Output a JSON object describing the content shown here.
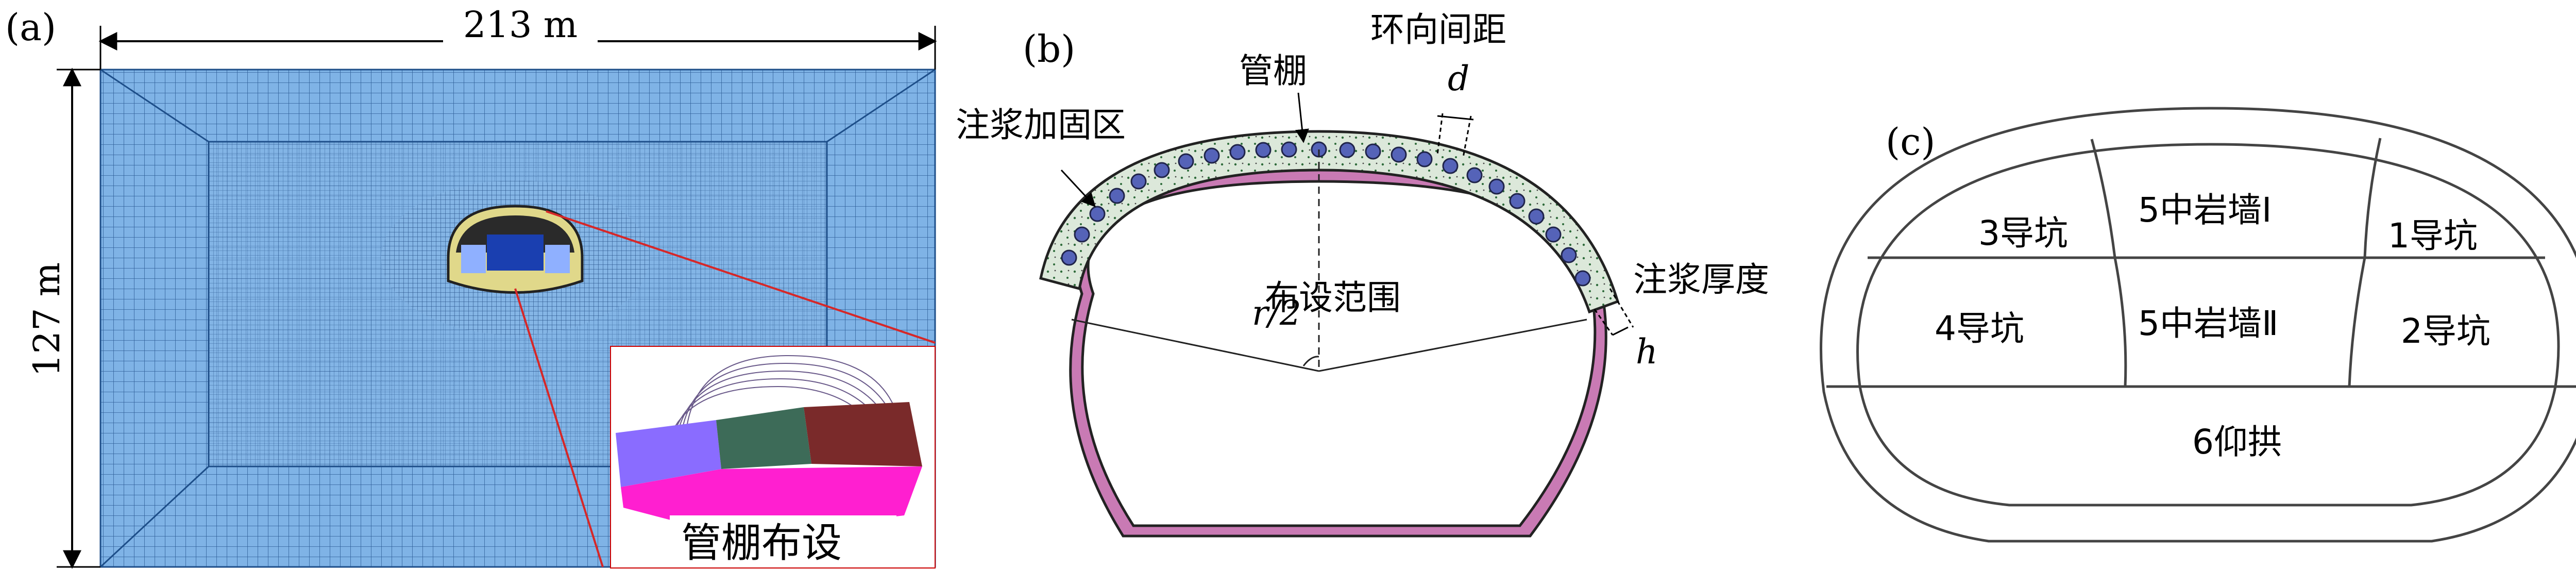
{
  "colors": {
    "mesh_fill": "#7fb3e6",
    "mesh_line": "#2f5f99",
    "leader_red": "#d62728",
    "lining_pink": "#c97ab4",
    "grout_fill": "#dce8da",
    "pipe_fill": "#5563b8",
    "stage_line": "#444444"
  },
  "panel_a": {
    "label": "(a)",
    "width_dim": "213 m",
    "height_dim": "127 m",
    "inset_caption": "管棚布设"
  },
  "panel_b": {
    "label": "(b)",
    "pipe_shed": "管棚",
    "ring_spacing": "环向间距",
    "spacing_symbol": "d",
    "grout_zone": "注浆加固区",
    "layout_range": "布设范围",
    "half_angle": "r/2",
    "grout_thickness": "注浆厚度",
    "thickness_symbol": "h"
  },
  "panel_c": {
    "label": "(c)",
    "stages": [
      "1导坑",
      "2导坑",
      "3导坑",
      "4导坑",
      "5中岩墙Ⅰ",
      "5中岩墙Ⅱ",
      "6仰拱"
    ]
  }
}
